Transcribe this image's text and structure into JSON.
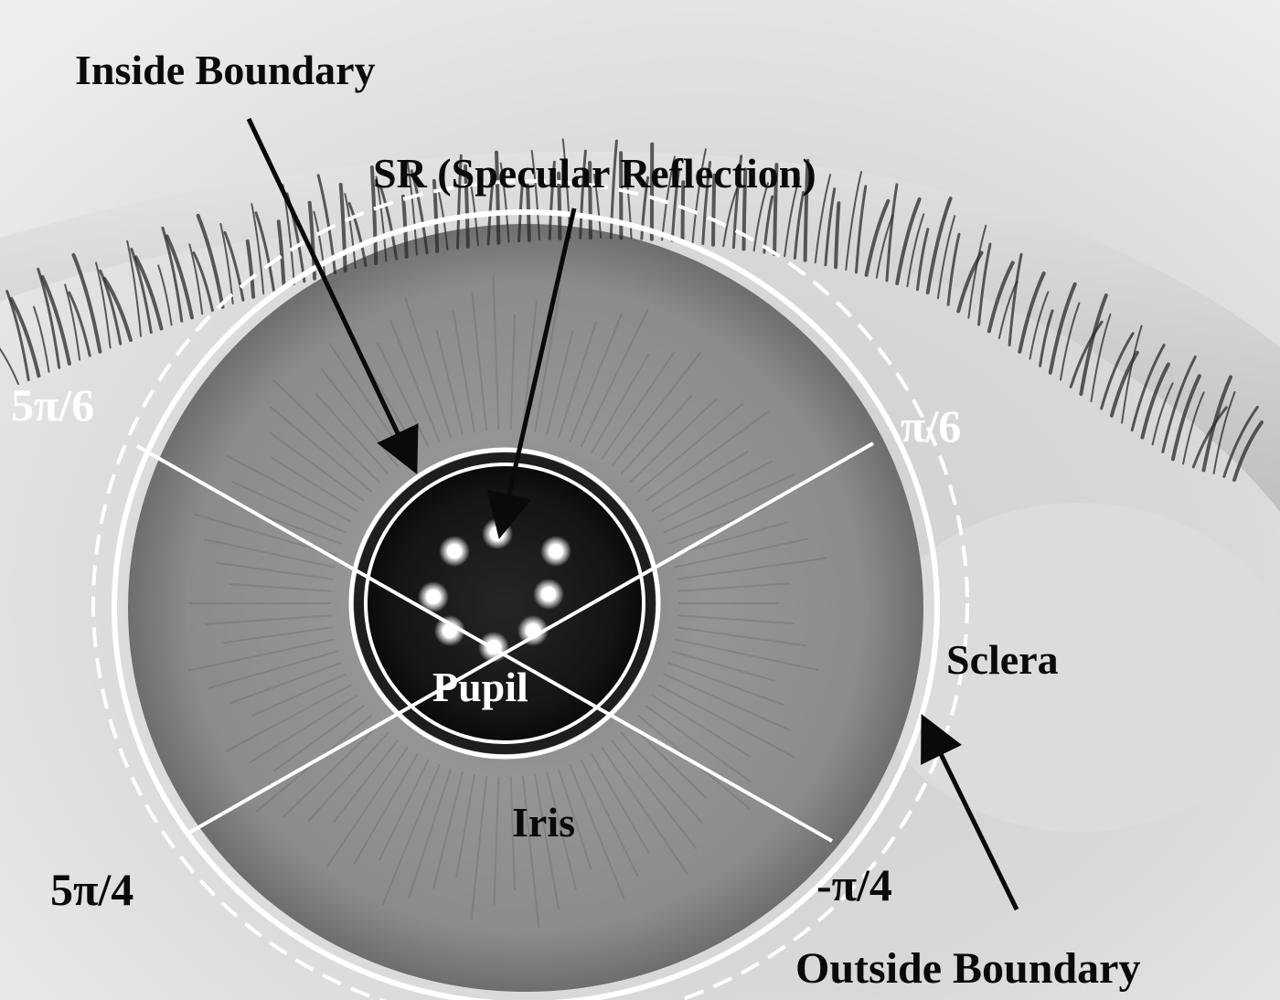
{
  "labels": {
    "inside_boundary": "Inside Boundary",
    "specular_reflection": "SR (Specular Reflection)",
    "angle_5pi_6": "5π/6",
    "angle_pi_6": "π/6",
    "angle_5pi_4": "5π/4",
    "angle_neg_pi_4": "-π/4",
    "pupil": "Pupil",
    "iris": "Iris",
    "sclera": "Sclera",
    "outside_boundary": "Outside Boundary"
  },
  "colors": {
    "annotation_dark": "#0a0a0a",
    "annotation_light": "#ffffff",
    "pupil": "#141414",
    "iris": "#8f8f8f",
    "sclera": "#d6d6d6"
  }
}
